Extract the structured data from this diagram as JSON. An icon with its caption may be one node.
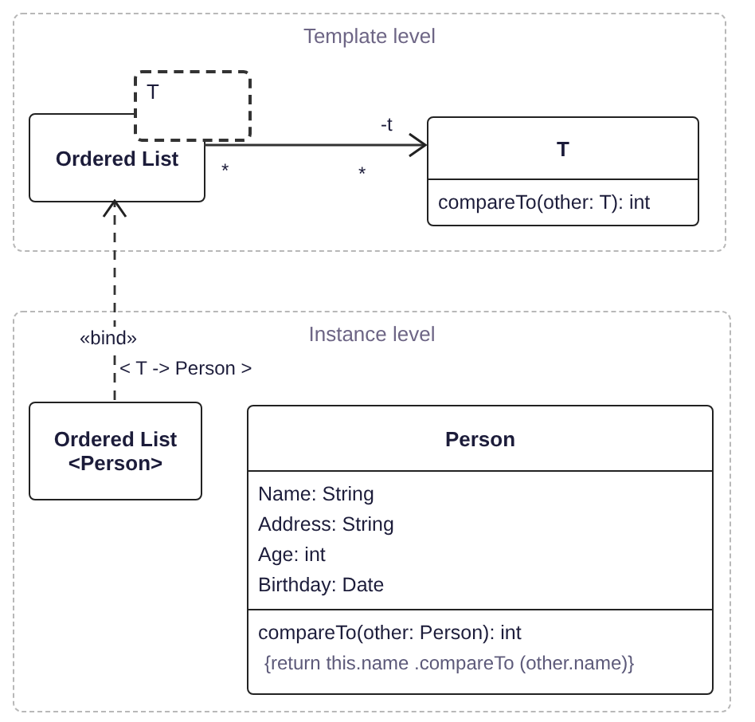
{
  "diagram": {
    "nodes": [
      {
        "text": [
          "Template level"
        ]
      },
      {
        "text": [
          "Ordered List"
        ],
        "in": 0
      },
      {
        "text": [
          "T"
        ],
        "in": 0
      },
      {
        "text": [
          "T",
          "compareTo(other: T): int"
        ],
        "in": 0
      },
      {
        "text": [
          "Instance level"
        ]
      },
      {
        "text": [
          "Ordered List <Person>"
        ],
        "in": 4
      },
      {
        "text": [
          "Person",
          "Name: String",
          "Address: String",
          "Age: int",
          "Birthday: Date",
          "compareTo(other: Person): int",
          "{return this.name .compareTo (other.name)}"
        ],
        "in": 4
      }
    ],
    "edges": [
      {
        "from": 1,
        "to": 3,
        "arrow": "to",
        "label": "-t"
      },
      {
        "from": 5,
        "to": 1,
        "arrow": "to",
        "style": "dashed",
        "label": "«bind»"
      }
    ],
    "labels": [
      "*",
      "*",
      "< T -> Person >"
    ]
  }
}
